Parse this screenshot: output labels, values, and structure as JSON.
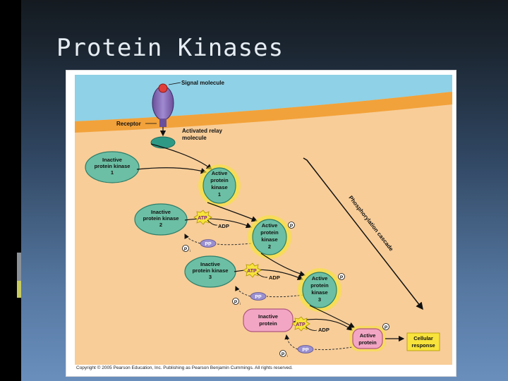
{
  "slide": {
    "title": "Protein Kinases"
  },
  "diagram": {
    "signal_molecule": "Signal molecule",
    "receptor": "Receptor",
    "relay": [
      "Activated relay",
      "molecule"
    ],
    "inactive_1": [
      "Inactive",
      "protein kinase",
      "1"
    ],
    "active_1": [
      "Active",
      "protein",
      "kinase",
      "1"
    ],
    "inactive_2": [
      "Inactive",
      "protein kinase",
      "2"
    ],
    "active_2": [
      "Active",
      "protein",
      "kinase",
      "2"
    ],
    "inactive_3": [
      "Inactive",
      "protein kinase",
      "3"
    ],
    "active_3": [
      "Active",
      "protein",
      "kinase",
      "3"
    ],
    "inactive_protein": [
      "Inactive",
      "protein"
    ],
    "active_protein": [
      "Active",
      "protein"
    ],
    "cellular_response": [
      "Cellular",
      "response"
    ],
    "atp": "ATP",
    "adp": "ADP",
    "pp": "PP",
    "p": "P",
    "pi": "P",
    "pi_sub": "i",
    "cascade_label": "Phosphorylation cascade",
    "copyright": "Copyright © 2005 Pearson Education, Inc. Publishing as Pearson Benjamin Cummings. All rights reserved."
  },
  "colors": {
    "extracellular": "#8fd1e6",
    "membrane": "#f2a23a",
    "cytoplasm": "#f8cd98",
    "kinase_inactive": "#6cbfa4",
    "kinase_active_glow": "#f7e33c",
    "protein_pink": "#f3a6c4",
    "atp": "#f7e33c",
    "pp": "#9a8fd0"
  }
}
